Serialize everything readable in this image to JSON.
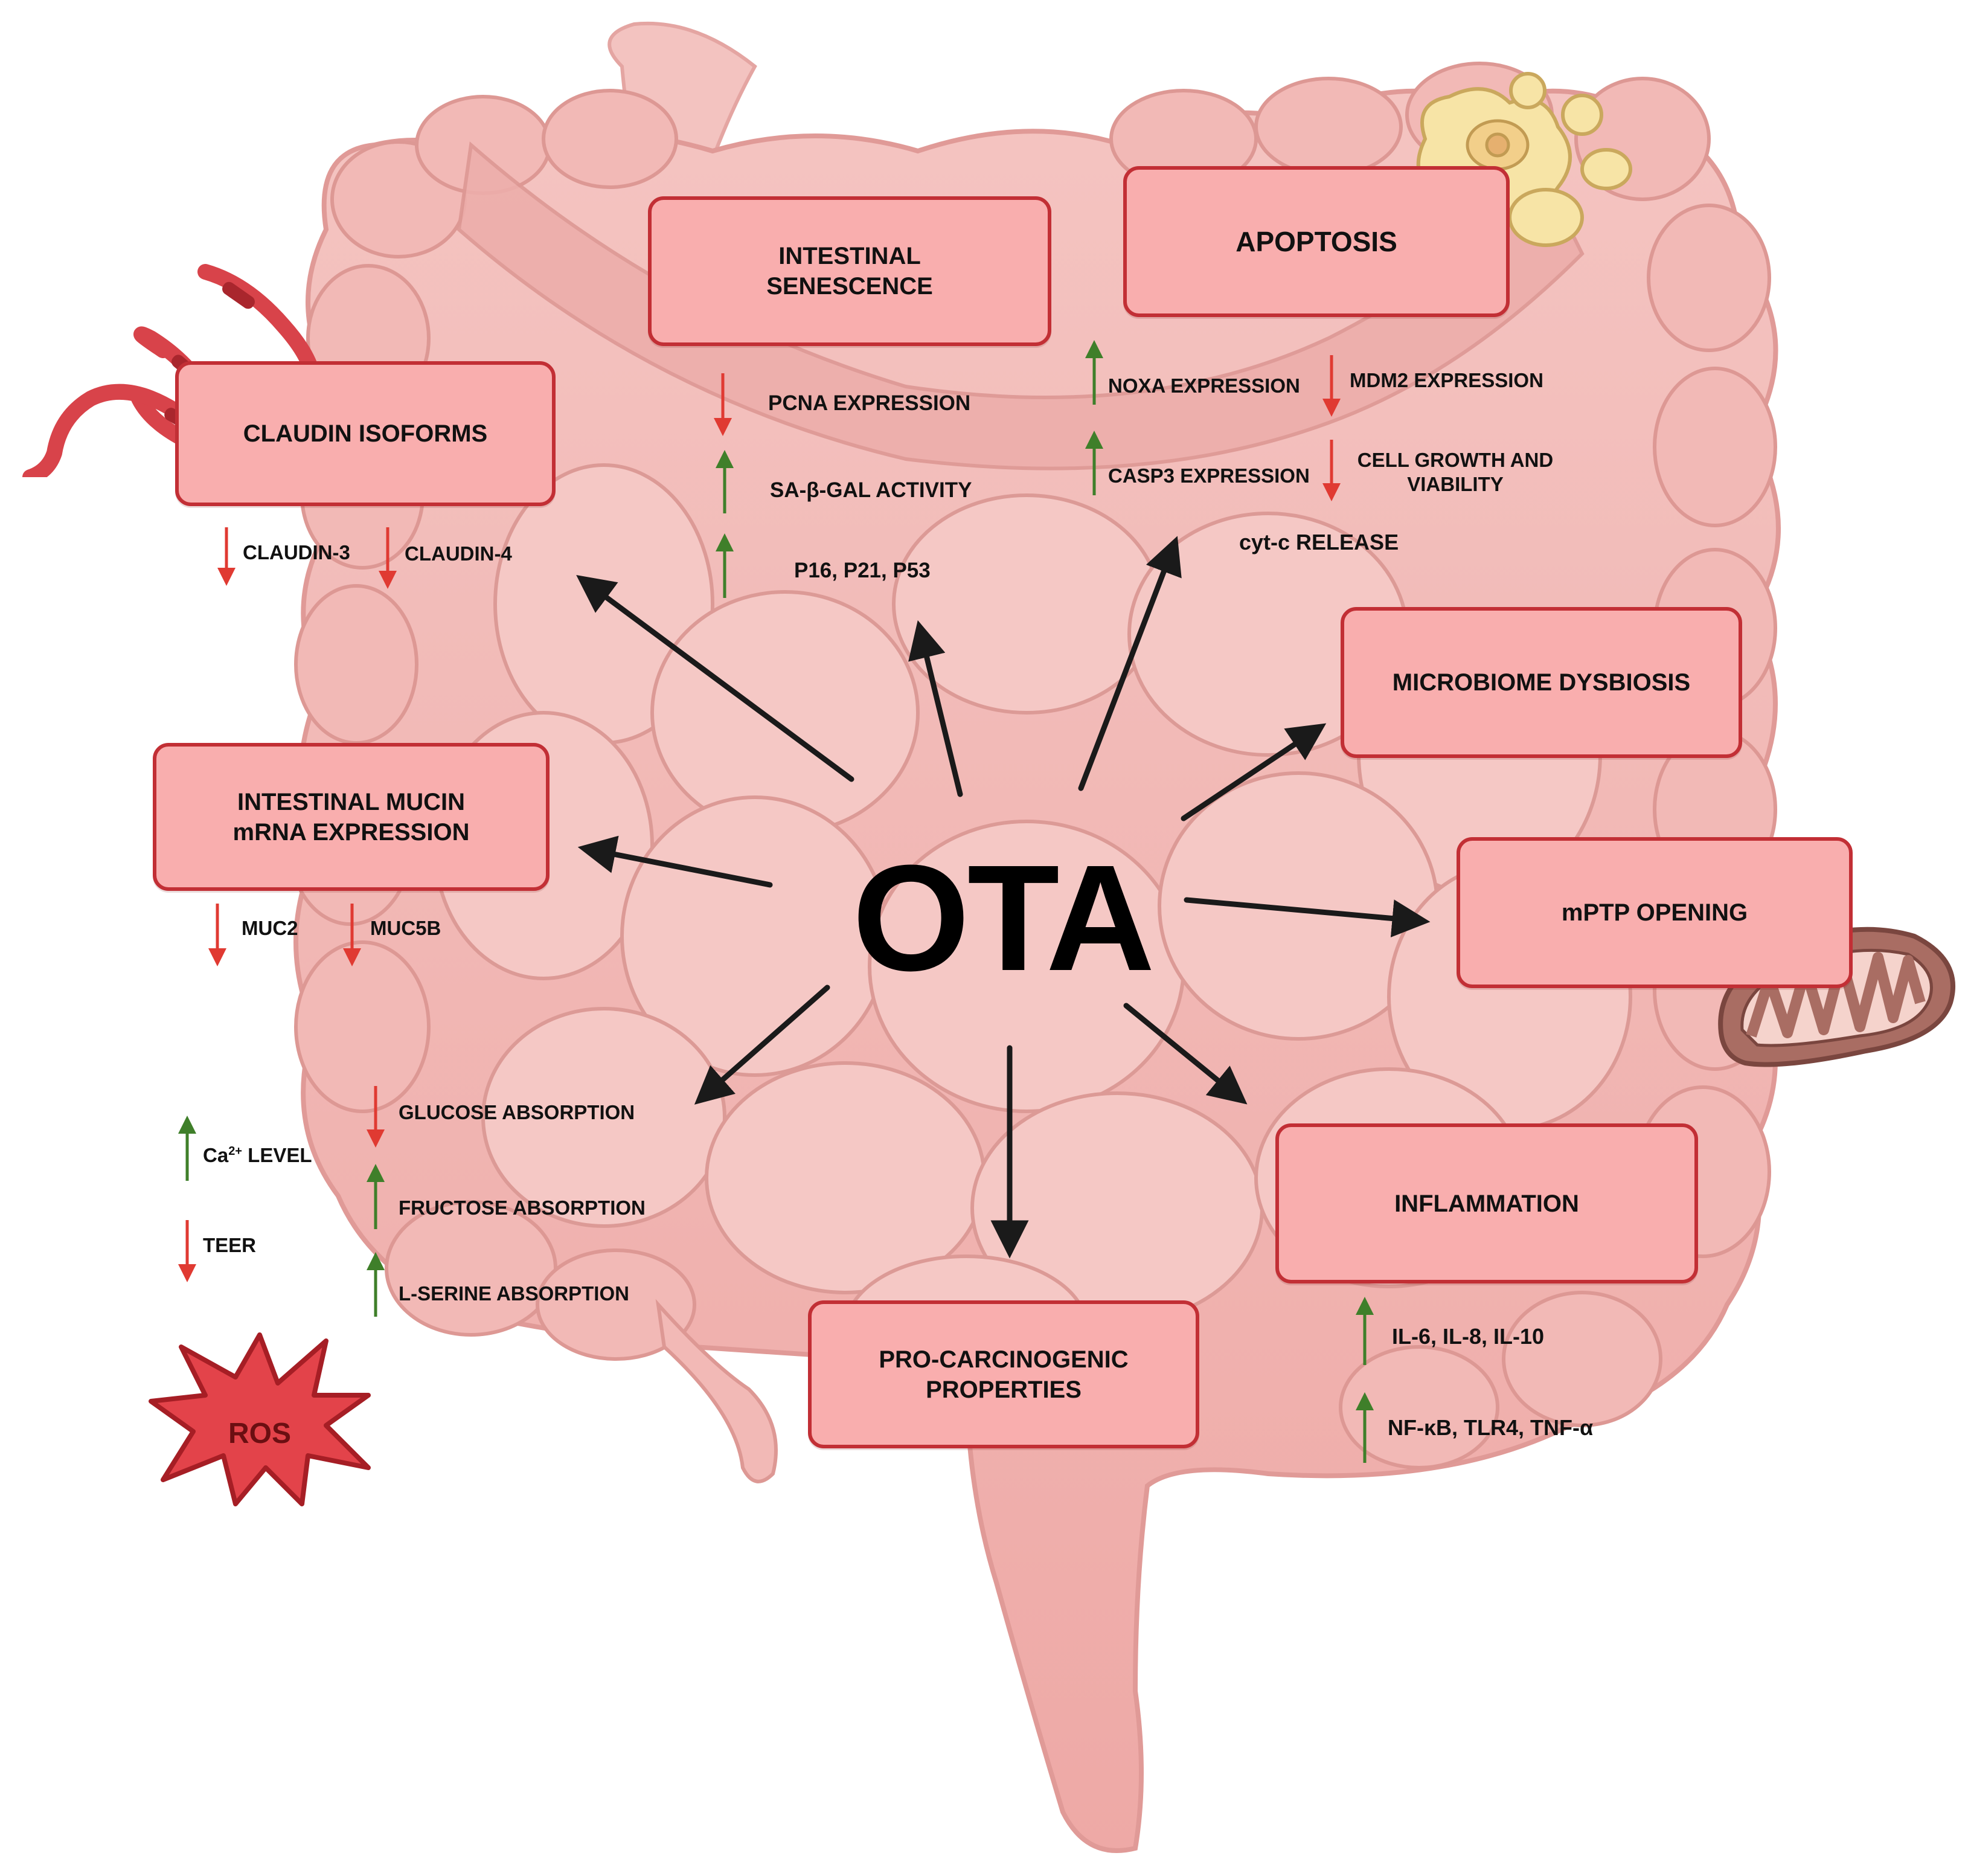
{
  "center": {
    "label": "OTA"
  },
  "boxes": {
    "claudin": "CLAUDIN ISOFORMS",
    "senescence": "INTESTINAL\nSENESCENCE",
    "apoptosis": "APOPTOSIS",
    "mucin": "INTESTINAL MUCIN\nmRNA EXPRESSION",
    "microbiome": "MICROBIOME DYSBIOSIS",
    "mptp": "mPTP OPENING",
    "inflammation": "INFLAMMATION",
    "carcinogenic": "PRO-CARCINOGENIC\nPROPERTIES"
  },
  "labels": {
    "claudin3": "CLAUDIN-3",
    "claudin4": "CLAUDIN-4",
    "pcna": "PCNA EXPRESSION",
    "sagal": "SA-β-GAL ACTIVITY",
    "p16": "P16, P21, P53",
    "noxa": "NOXA EXPRESSION",
    "mdm2": "MDM2 EXPRESSION",
    "casp3": "CASP3 EXPRESSION",
    "cellgrowth": "CELL GROWTH AND\nVIABILITY",
    "cytc": "cyt-c RELEASE",
    "muc2": "MUC2",
    "muc5b": "MUC5B",
    "ca_base": "Ca",
    "ca_sup": "2+",
    "ca_rest": " LEVEL",
    "teer": "TEER",
    "glucose": "GLUCOSE ABSORPTION",
    "fructose": "FRUCTOSE ABSORPTION",
    "serine": "L-SERINE ABSORPTION",
    "il": "IL-6, IL-8, IL-10",
    "nfkb": "NF-κB, TLR4, TNF-α",
    "ros": "ROS"
  },
  "colors": {
    "up": "#3f7f2a",
    "down": "#e03a32",
    "box_fill": "#f9aeae",
    "box_border": "#c22f35",
    "intestine": "#f0b5b2",
    "ros": "#e3434a"
  }
}
